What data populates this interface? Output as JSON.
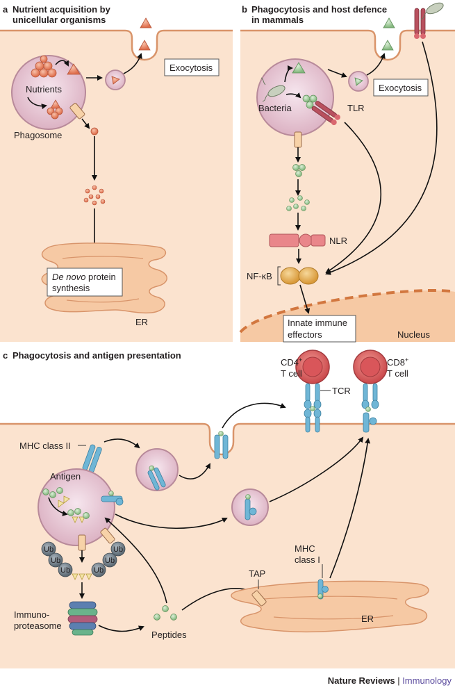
{
  "panels": {
    "a": {
      "letter": "a",
      "title_line1": "Nutrient acquisition by",
      "title_line2": "unicellular organisms",
      "labels": {
        "nutrients": "Nutrients",
        "phagosome": "Phagosome",
        "exocytosis": "Exocytosis",
        "de_novo": "De novo",
        "protein": " protein",
        "synthesis": "synthesis",
        "er": "ER"
      }
    },
    "b": {
      "letter": "b",
      "title_line1": "Phagocytosis and host defence",
      "title_line2": "in mammals",
      "labels": {
        "exocytosis": "Exocytosis",
        "bacteria": "Bacteria",
        "tlr": "TLR",
        "nlr": "NLR",
        "nfkb": "NF-κB",
        "innate1": "Innate immune",
        "innate2": "effectors",
        "nucleus": "Nucleus"
      }
    },
    "c": {
      "letter": "c",
      "title": "Phagocytosis and antigen presentation",
      "labels": {
        "cd4": "CD4",
        "cd4_sup": "+",
        "cd8": "CD8",
        "cd8_sup": "+",
        "tcell": "T cell",
        "tcr": "TCR",
        "mhc2": "MHC class II",
        "antigen": "Antigen",
        "ub": "Ub",
        "immuno1": "Immuno-",
        "immuno2": "proteasome",
        "peptides": "Peptides",
        "tap": "TAP",
        "mhc1_line1": "MHC",
        "mhc1_line2": "class I",
        "er": "ER"
      }
    }
  },
  "footer": {
    "journal": "Nature Reviews",
    "separator": " | ",
    "section": "Immunology"
  },
  "colors": {
    "cell_fill": "#fbe3cf",
    "membrane": "#e7a87c",
    "vesicle_fill": "#eacbd6",
    "vesicle_stroke": "#b88a9a",
    "nutrient": "#ea8866",
    "green": "#9ec99a",
    "mhc_blue": "#6fb6d6",
    "tlr_red": "#b8505e",
    "nf_orange": "#e9b45a",
    "ub_gray": "#6e7a85",
    "section_purple": "#5b4b9e"
  }
}
